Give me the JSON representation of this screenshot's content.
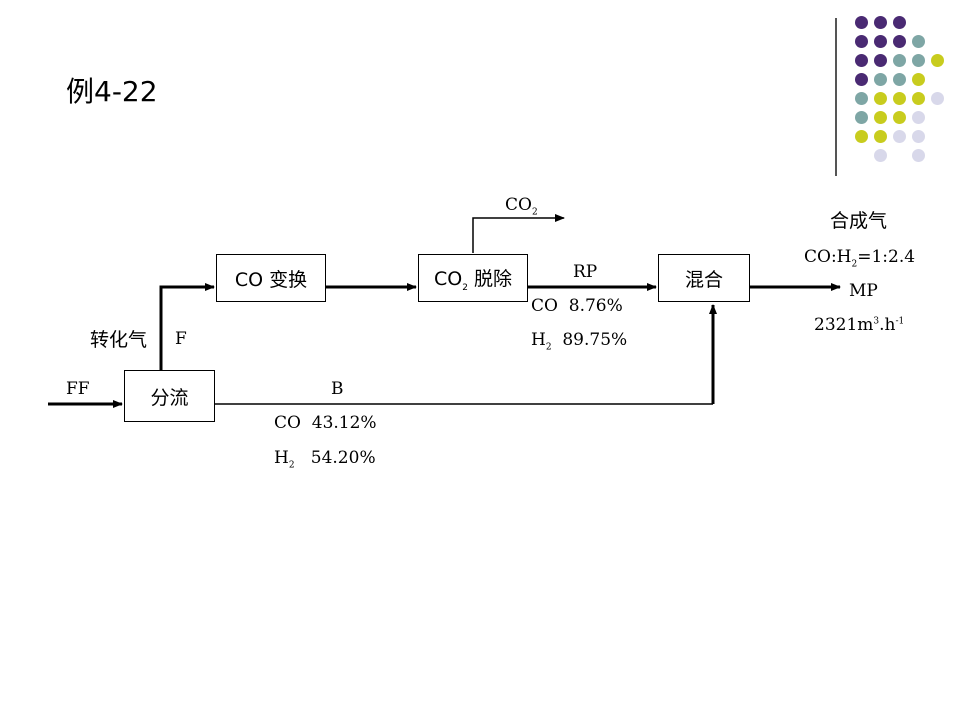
{
  "title": "例4-22",
  "palette": {
    "purple": "#4a2a73",
    "teal": "#7ea6a5",
    "olive": "#c8cc1e",
    "lavender": "#d8d8ea"
  },
  "dots": [
    [
      "purple",
      "purple",
      "purple",
      null
    ],
    [
      "purple",
      "purple",
      "purple",
      "teal"
    ],
    [
      "purple",
      "purple",
      "teal",
      "teal",
      "olive"
    ],
    [
      "purple",
      "teal",
      "teal",
      "olive",
      null
    ],
    [
      "teal",
      "olive",
      "olive",
      "olive",
      "lavender"
    ],
    [
      "teal",
      "olive",
      "olive",
      "lavender",
      null
    ],
    [
      "olive",
      "olive",
      "lavender",
      "lavender",
      null
    ],
    [
      null,
      "lavender",
      null,
      "lavender",
      null
    ]
  ],
  "boxes": {
    "co_shift": "CO 变换",
    "co2_removal_main": "CO",
    "co2_removal_sub": "2",
    "co2_removal_tail": " 脱除",
    "mix": "混合",
    "split": "分流"
  },
  "labels": {
    "co2_out_main": "CO",
    "co2_out_sub": "2",
    "rp": "RP",
    "rp_co": "CO  8.76%",
    "rp_h2_main": "H",
    "rp_h2_sub": "2",
    "rp_h2_val": "  89.75%",
    "synthesis_gas": "合成气",
    "ratio_a": "CO:H",
    "ratio_sub": "2",
    "ratio_b": "=1:2.4",
    "mp": "MP",
    "mp_flow_a": "2321m",
    "mp_flow_sup1": "3",
    "mp_flow_b": ".h",
    "mp_flow_sup2": "-1",
    "converted_gas": "转化气",
    "f": "F",
    "ff": "FF",
    "b": "B",
    "b_co": "CO  43.12%",
    "b_h2_main": "H",
    "b_h2_sub": "2",
    "b_h2_val": "   54.20%"
  }
}
